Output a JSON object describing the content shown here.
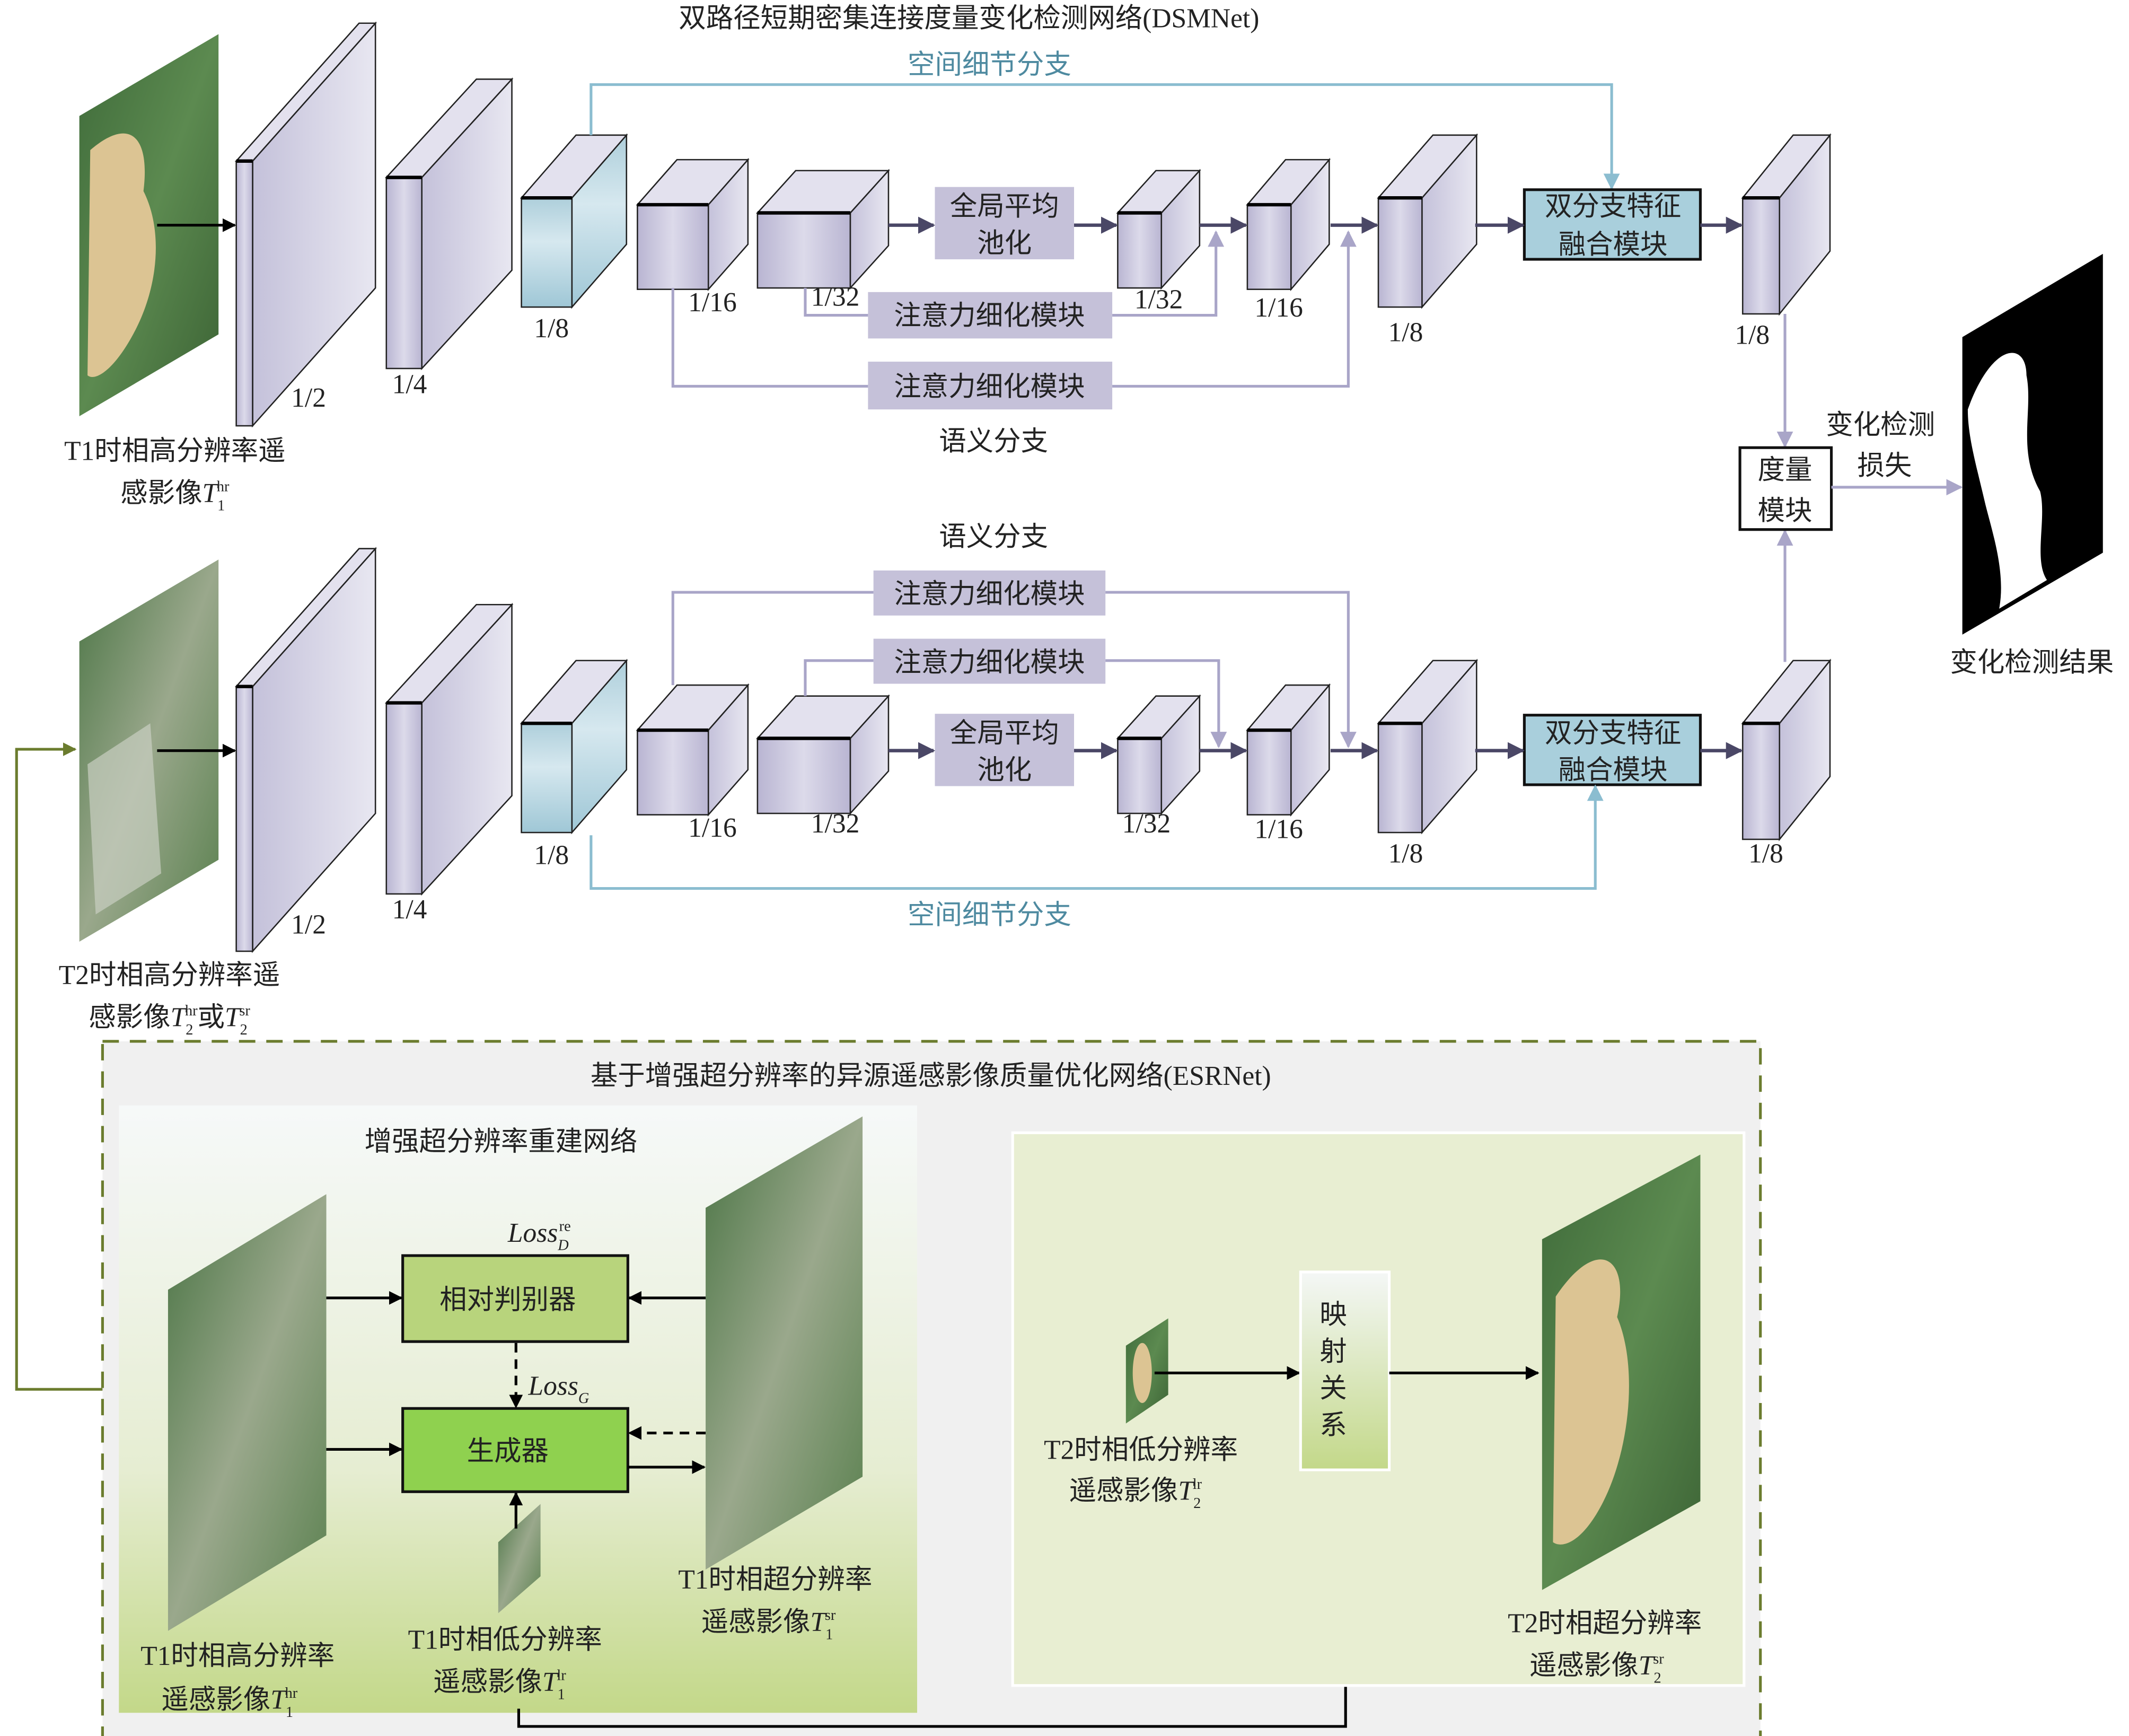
{
  "dsmnet": {
    "title": "双路径短期密集连接度量变化检测网络(DSMNet)",
    "spatial_branch": "空间细节分支",
    "semantic_branch": "语义分支",
    "gap_line1": "全局平均",
    "gap_line2": "池化",
    "attention": "注意力细化模块",
    "fusion_line1": "双分支特征",
    "fusion_line2": "融合模块",
    "metric_line1": "度量",
    "metric_line2": "模块",
    "loss_line1": "变化检测",
    "loss_line2": "损失",
    "result": "变化检测结果",
    "scales": {
      "half": "1/2",
      "quarter": "1/4",
      "eighth": "1/8",
      "sixteenth": "1/16",
      "thirtysecond": "1/32"
    },
    "t1_label": {
      "line1": "T1时相高分辨率遥",
      "prefix": "感影像",
      "sym": "T",
      "sub": "1",
      "sup": "hr"
    },
    "t2_label": {
      "line1": "T2时相高分辨率遥",
      "prefix": "感影像",
      "sym": "T",
      "sub": "2",
      "sup": "hr",
      "or": "或",
      "sym2": "T",
      "sub2": "2",
      "sup2": "sr"
    }
  },
  "esrnet": {
    "title": "基于增强超分辨率的异源遥感影像质量优化网络(ESRNet)",
    "recon_title": "增强超分辨率重建网络",
    "discriminator": "相对判别器",
    "generator": "生成器",
    "loss_d": {
      "base": "Loss",
      "sub": "D",
      "sup": "re"
    },
    "loss_g": {
      "base": "Loss",
      "sub": "G"
    },
    "mapping": [
      "映",
      "射",
      "关",
      "系"
    ],
    "t1_hr": {
      "line1": "T1时相高分辨率",
      "prefix": "遥感影像",
      "sym": "T",
      "sub": "1",
      "sup": "hr"
    },
    "t1_lr": {
      "line1": "T1时相低分辨率",
      "prefix": "遥感影像",
      "sym": "T",
      "sub": "1",
      "sup": "lr"
    },
    "t1_sr": {
      "line1": "T1时相超分辨率",
      "prefix": "遥感影像",
      "sym": "T",
      "sub": "1",
      "sup": "sr"
    },
    "t2_lr": {
      "line1": "T2时相低分辨率",
      "prefix": "遥感影像",
      "sym": "T",
      "sub": "2",
      "sup": "lr"
    },
    "t2_sr": {
      "line1": "T2时相超分辨率",
      "prefix": "遥感影像",
      "sym": "T",
      "sub": "2",
      "sup": "sr"
    }
  },
  "colors": {
    "feature": "#c9c6dc",
    "spatial": "#a9cfdc",
    "gap": "#c5c1d9",
    "discriminator": "#b8d47c",
    "generator": "#8fd14f",
    "esr_border": "#6b7c2e"
  }
}
